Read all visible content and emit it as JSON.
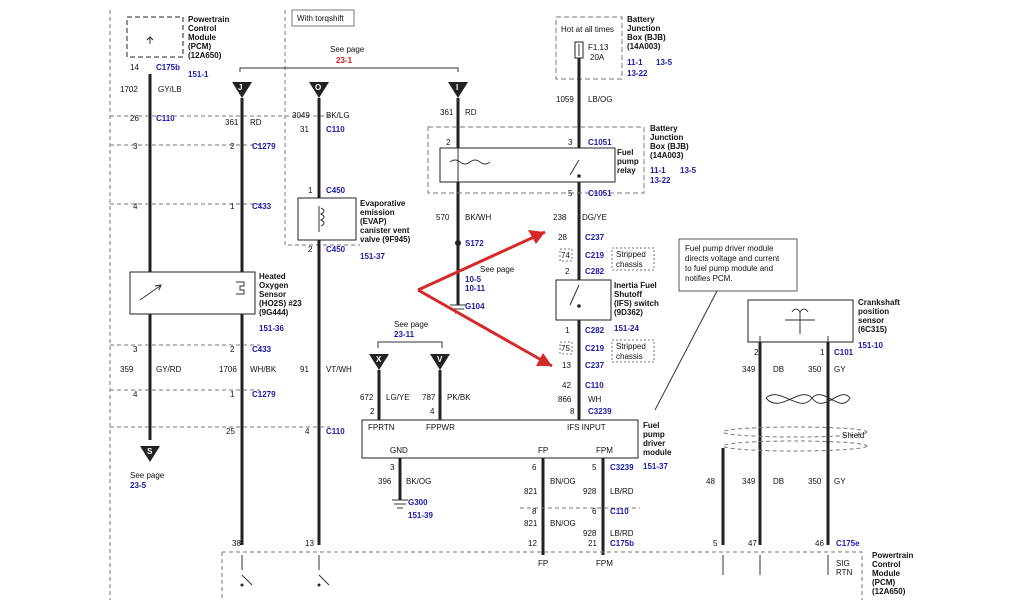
{
  "top": {
    "pcm_name": [
      "Powertrain",
      "Control",
      "Module",
      "(PCM)",
      "(12A650)"
    ],
    "pcm_page": "151-1",
    "pcm_pin": "14",
    "pcm_conn": "C175b",
    "torqshift": "With torqshift",
    "see_page": "See page",
    "see_page_ref": "23-1",
    "bjb_name": [
      "Battery",
      "Junction",
      "Box (BJB)",
      "(14A003)"
    ],
    "bjb_pages": [
      "11-1",
      "13-5",
      "13-22"
    ],
    "hot": "Hot at all times",
    "fuse": "F1.13",
    "fuse_amp": "20A"
  },
  "connectors": {
    "J": "J",
    "O": "O",
    "I": "I",
    "S": "S",
    "X": "X",
    "V": "V"
  },
  "wires": {
    "pcm_circuit": "1702",
    "pcm_color": "GY/LB",
    "c110a_pin": "26",
    "c110": "C110",
    "c1279": "C1279",
    "c433": "C433",
    "c450": "C450",
    "j_circuit": "361",
    "j_color": "RD",
    "o_circuit": "3049",
    "o_color": "BK/LG",
    "o_pin": "31",
    "i_circuit": "361",
    "i_color": "RD",
    "fuse_circuit": "1059",
    "fuse_color": "LB/OG",
    "bk_circuit": "570",
    "bk_color": "BK/WH",
    "dg_circuit": "238",
    "dg_color": "DG/YE",
    "s172": "S172",
    "g104": "G104",
    "g104_see": "See page",
    "g104_pages": [
      "10-5",
      "10-11"
    ],
    "c237": "C237",
    "c219": "C219",
    "c282": "C282",
    "c3239": "C3239",
    "stripped": [
      "Stripped",
      "chassis"
    ],
    "gy_rd_circuit": "359",
    "gy_rd": "GY/RD",
    "wh_bk_circuit": "1706",
    "wh_bk": "WH/BK",
    "vt_wh_circuit": "91",
    "vt_wh": "VT/WH",
    "lg_ye_circuit": "672",
    "lg_ye": "LG/YE",
    "pk_bk_circuit": "787",
    "pk_bk": "PK/BK",
    "wh_circuit": "866",
    "wh": "WH",
    "bk_og_circuit": "396",
    "bk_og": "BK/OG",
    "bn_og_circuit": "821",
    "bn_og": "BN/OG",
    "lb_rd_circuit": "928",
    "lb_rd": "LB/RD",
    "db_circuit": "349",
    "db": "DB",
    "gy_circuit": "350",
    "gy": "GY",
    "g300": "G300",
    "g300_page": "151-39",
    "c101": "C101",
    "c175b": "C175b",
    "c175e": "C175e",
    "shield": "Shield",
    "see_page_23_5": "23-5",
    "see_page_23_11": "23-11"
  },
  "components": {
    "relay_bjb": [
      "Battery",
      "Junction",
      "Box (BJB)",
      "(14A003)"
    ],
    "relay_bjb_pages": [
      "11-1",
      "13-5",
      "13-22"
    ],
    "relay_conn": "C1051",
    "relay_name": [
      "Fuel",
      "pump",
      "relay"
    ],
    "evap_name": [
      "Evaporative",
      "emission",
      "(EVAP)",
      "canister vent",
      "valve (9F945)"
    ],
    "evap_page": "151-37",
    "ho2s_name": [
      "Heated",
      "Oxygen",
      "Sensor",
      "(HO2S) #23",
      "(9G444)"
    ],
    "ho2s_page": "151-36",
    "ifs_name": [
      "Inertia Fuel",
      "Shutoff",
      "(IFS) switch",
      "(9D362)"
    ],
    "ifs_page": "151-24",
    "fpdm_name": [
      "Fuel",
      "pump",
      "driver",
      "module"
    ],
    "fpdm_page": "151-37",
    "fpdm_pins": [
      "FPRTN",
      "FPPWR",
      "IFS INPUT",
      "GND",
      "FP",
      "FPM"
    ],
    "ckp_name": [
      "Crankshaft",
      "position",
      "sensor",
      "(6C315)"
    ],
    "ckp_page": "151-10",
    "callout": [
      "Fuel pump driver module",
      "directs voltage and current",
      "to fuel pump module and",
      "notifies PCM."
    ],
    "pcm_bottom": [
      "Powertrain",
      "Control",
      "Module",
      "(PCM)",
      "(12A650)"
    ],
    "pcm_bottom_pins": [
      "FP",
      "FPM",
      "SIG",
      "RTN"
    ]
  },
  "colors": {
    "wire": "#222222",
    "conn_ref": "#1a1aa8",
    "page_ref_red": "#d01818",
    "arrow": "#d42a2a"
  }
}
